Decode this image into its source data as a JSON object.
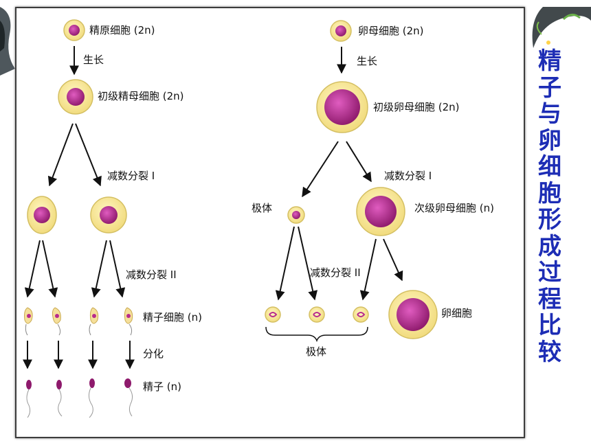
{
  "title_chars": [
    "精",
    "子",
    "与",
    "卵",
    "细",
    "胞",
    "形",
    "成",
    "过",
    "程",
    "比",
    "较"
  ],
  "sperm": {
    "spermatogonium": "精原细胞 (2n)",
    "growth": "生长",
    "primary": "初级精母细胞 (2n)",
    "meiosis1": "减数分裂 I",
    "meiosis2": "减数分裂 II",
    "spermatid": "精子细胞 (n)",
    "differentiation": "分化",
    "sperm": "精子 (n)"
  },
  "egg": {
    "oogonium": "卵母细胞 (2n)",
    "growth": "生长",
    "primary": "初级卵母细胞 (2n)",
    "meiosis1": "减数分裂 I",
    "polar_body": "极体",
    "secondary": "次级卵母细胞 (n)",
    "meiosis2": "减数分裂 II",
    "ovum": "卵细胞",
    "polar_bodies": "极体"
  },
  "colors": {
    "cytoplasm": "#f3e38e",
    "cytoplasm_edge": "#d8c66a",
    "nucleus": "#b82a8c",
    "title": "#1d2db5"
  }
}
